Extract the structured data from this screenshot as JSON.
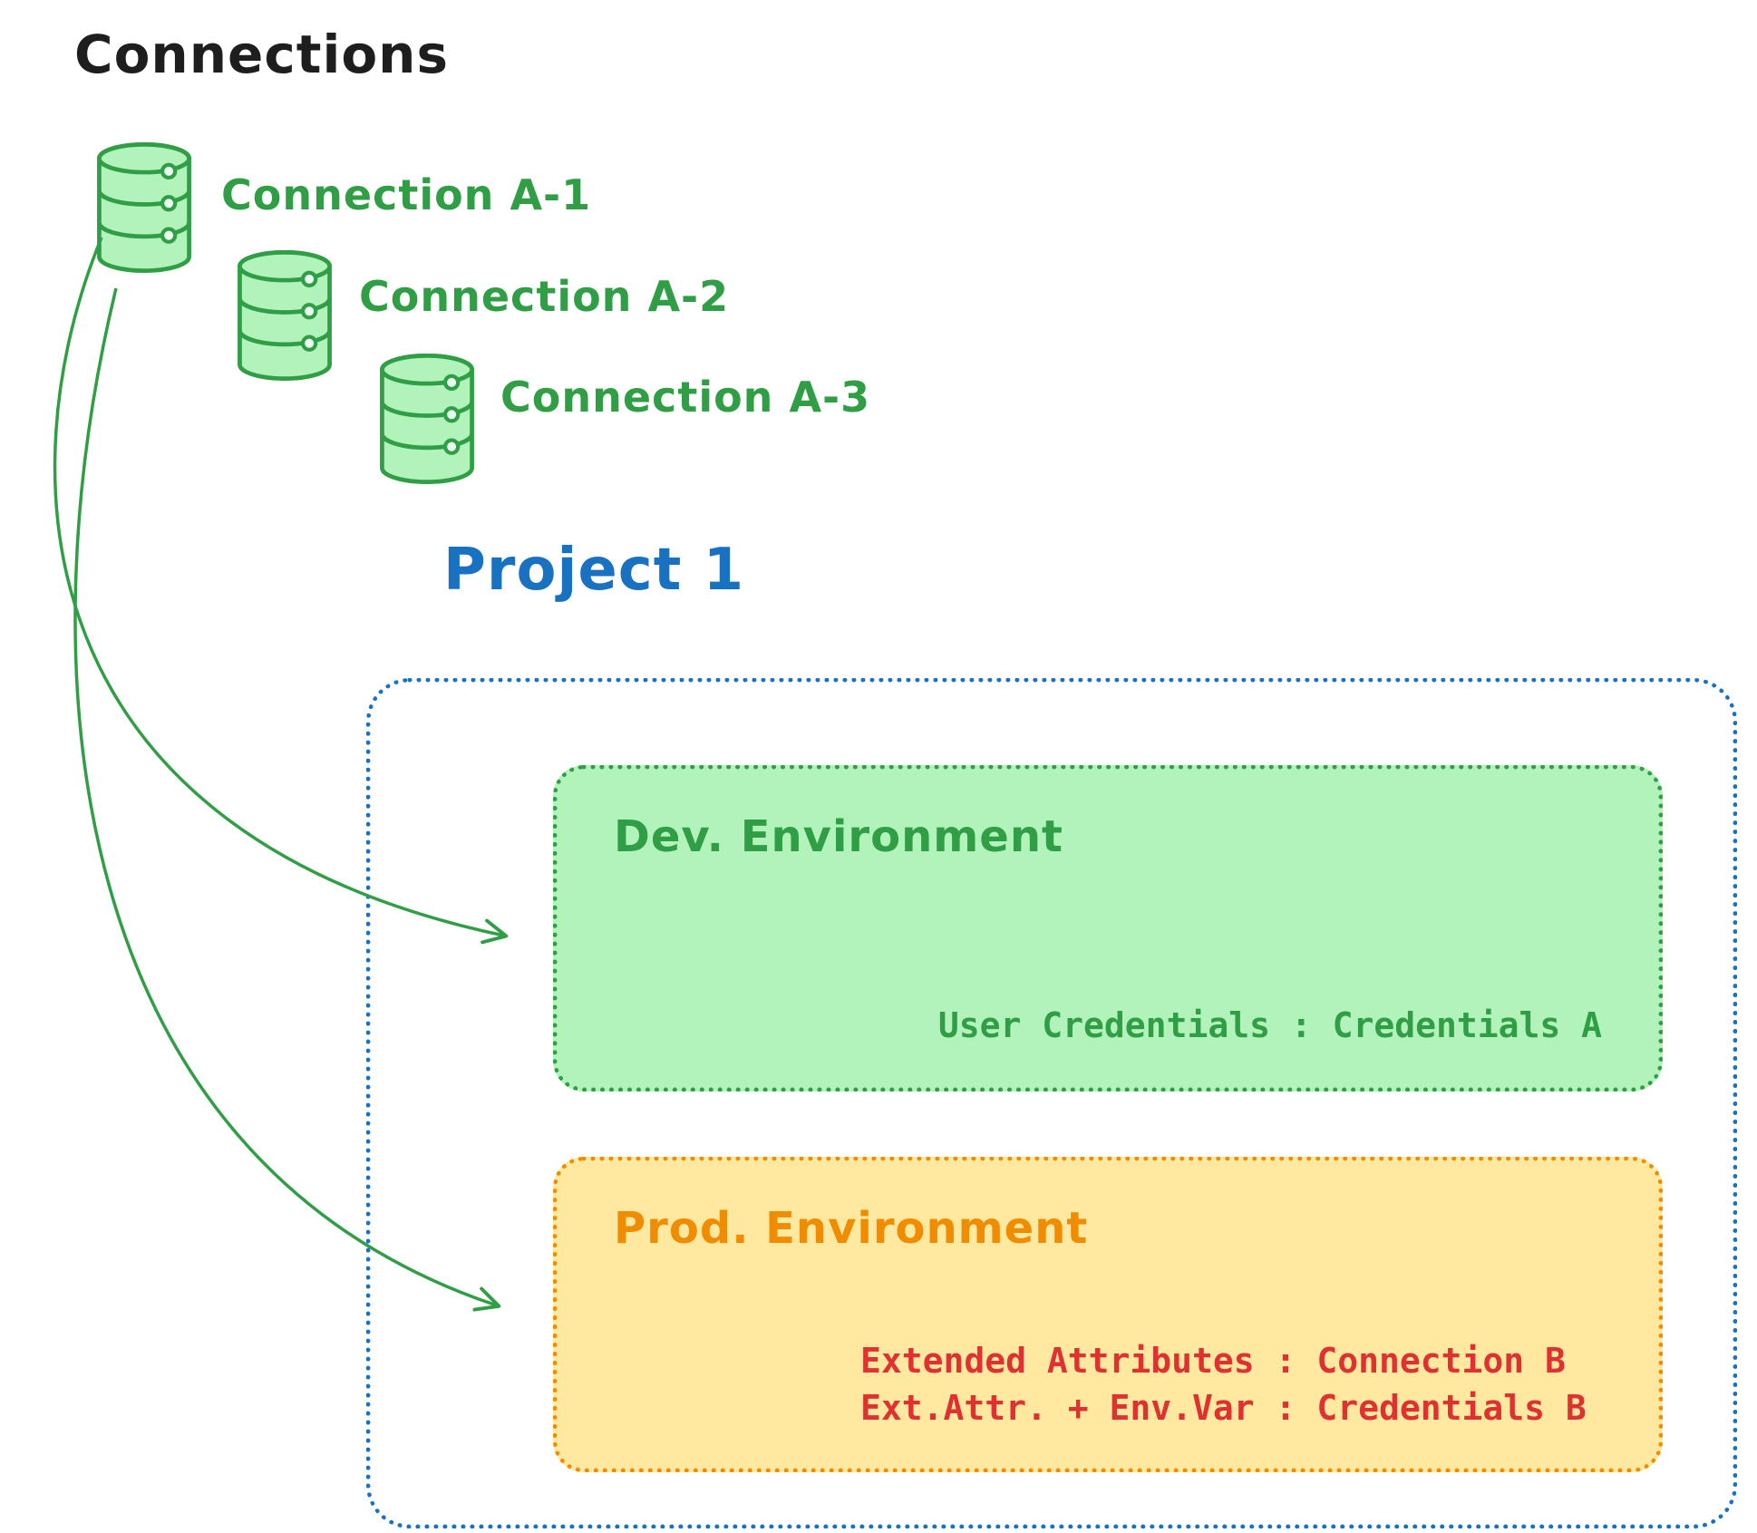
{
  "title": "Connections",
  "connections": [
    {
      "label": "Connection A-1",
      "icon": "database-icon"
    },
    {
      "label": "Connection A-2",
      "icon": "database-icon"
    },
    {
      "label": "Connection A-3",
      "icon": "database-icon"
    }
  ],
  "project": {
    "title": "Project 1",
    "dev": {
      "title": "Dev. Environment",
      "credentials": "User Credentials : Credentials A"
    },
    "prod": {
      "title": "Prod. Environment",
      "line1": "Extended Attributes : Connection B",
      "line2": "Ext.Attr. + Env.Var : Credentials B"
    }
  },
  "colors": {
    "green": "#2f9e44",
    "green_fill": "#b2f2bb",
    "blue": "#1971c2",
    "orange": "#f08c00",
    "orange_fill": "#ffe9a0",
    "red": "#e03131",
    "black": "#1e1e1e"
  }
}
